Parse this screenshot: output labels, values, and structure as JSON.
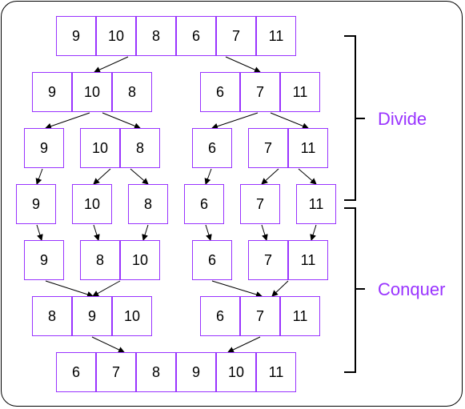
{
  "colors": {
    "cell_border": "#9933ff",
    "label": "#9933ff",
    "line": "#000000"
  },
  "labels": {
    "divide": "Divide",
    "conquer": "Conquer"
  },
  "levels": {
    "root": [
      [
        "9",
        "10",
        "8",
        "6",
        "7",
        "11"
      ]
    ],
    "split_1": [
      [
        "9",
        "10",
        "8"
      ],
      [
        "6",
        "7",
        "11"
      ]
    ],
    "split_2": [
      [
        "9"
      ],
      [
        "10",
        "8"
      ],
      [
        "6"
      ],
      [
        "7",
        "11"
      ]
    ],
    "singles": [
      [
        "9"
      ],
      [
        "10"
      ],
      [
        "8"
      ],
      [
        "6"
      ],
      [
        "7"
      ],
      [
        "11"
      ]
    ],
    "merge_1": [
      [
        "9"
      ],
      [
        "8",
        "10"
      ],
      [
        "6"
      ],
      [
        "7",
        "11"
      ]
    ],
    "merge_2": [
      [
        "8",
        "9",
        "10"
      ],
      [
        "6",
        "7",
        "11"
      ]
    ],
    "result": [
      [
        "6",
        "7",
        "8",
        "9",
        "10",
        "11"
      ]
    ]
  }
}
